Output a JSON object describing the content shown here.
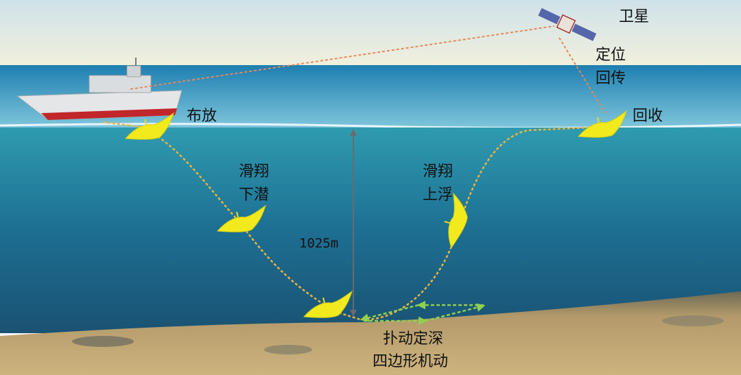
{
  "labels": {
    "deploy": "布放",
    "glide_down_1": "滑翔",
    "glide_down_2": "下潜",
    "glide_up_1": "滑翔",
    "glide_up_2": "上浮",
    "recover": "回收",
    "satellite": "卫星",
    "position_return_1": "定位",
    "position_return_2": "回传",
    "flap_1": "扑动定深",
    "flap_2": "四边形机动",
    "depth": "1025m"
  },
  "colors": {
    "manta": "#f2ea1c",
    "path": "#f0b43c",
    "maneuver": "#8fd14f",
    "comm": "#e8875a"
  }
}
